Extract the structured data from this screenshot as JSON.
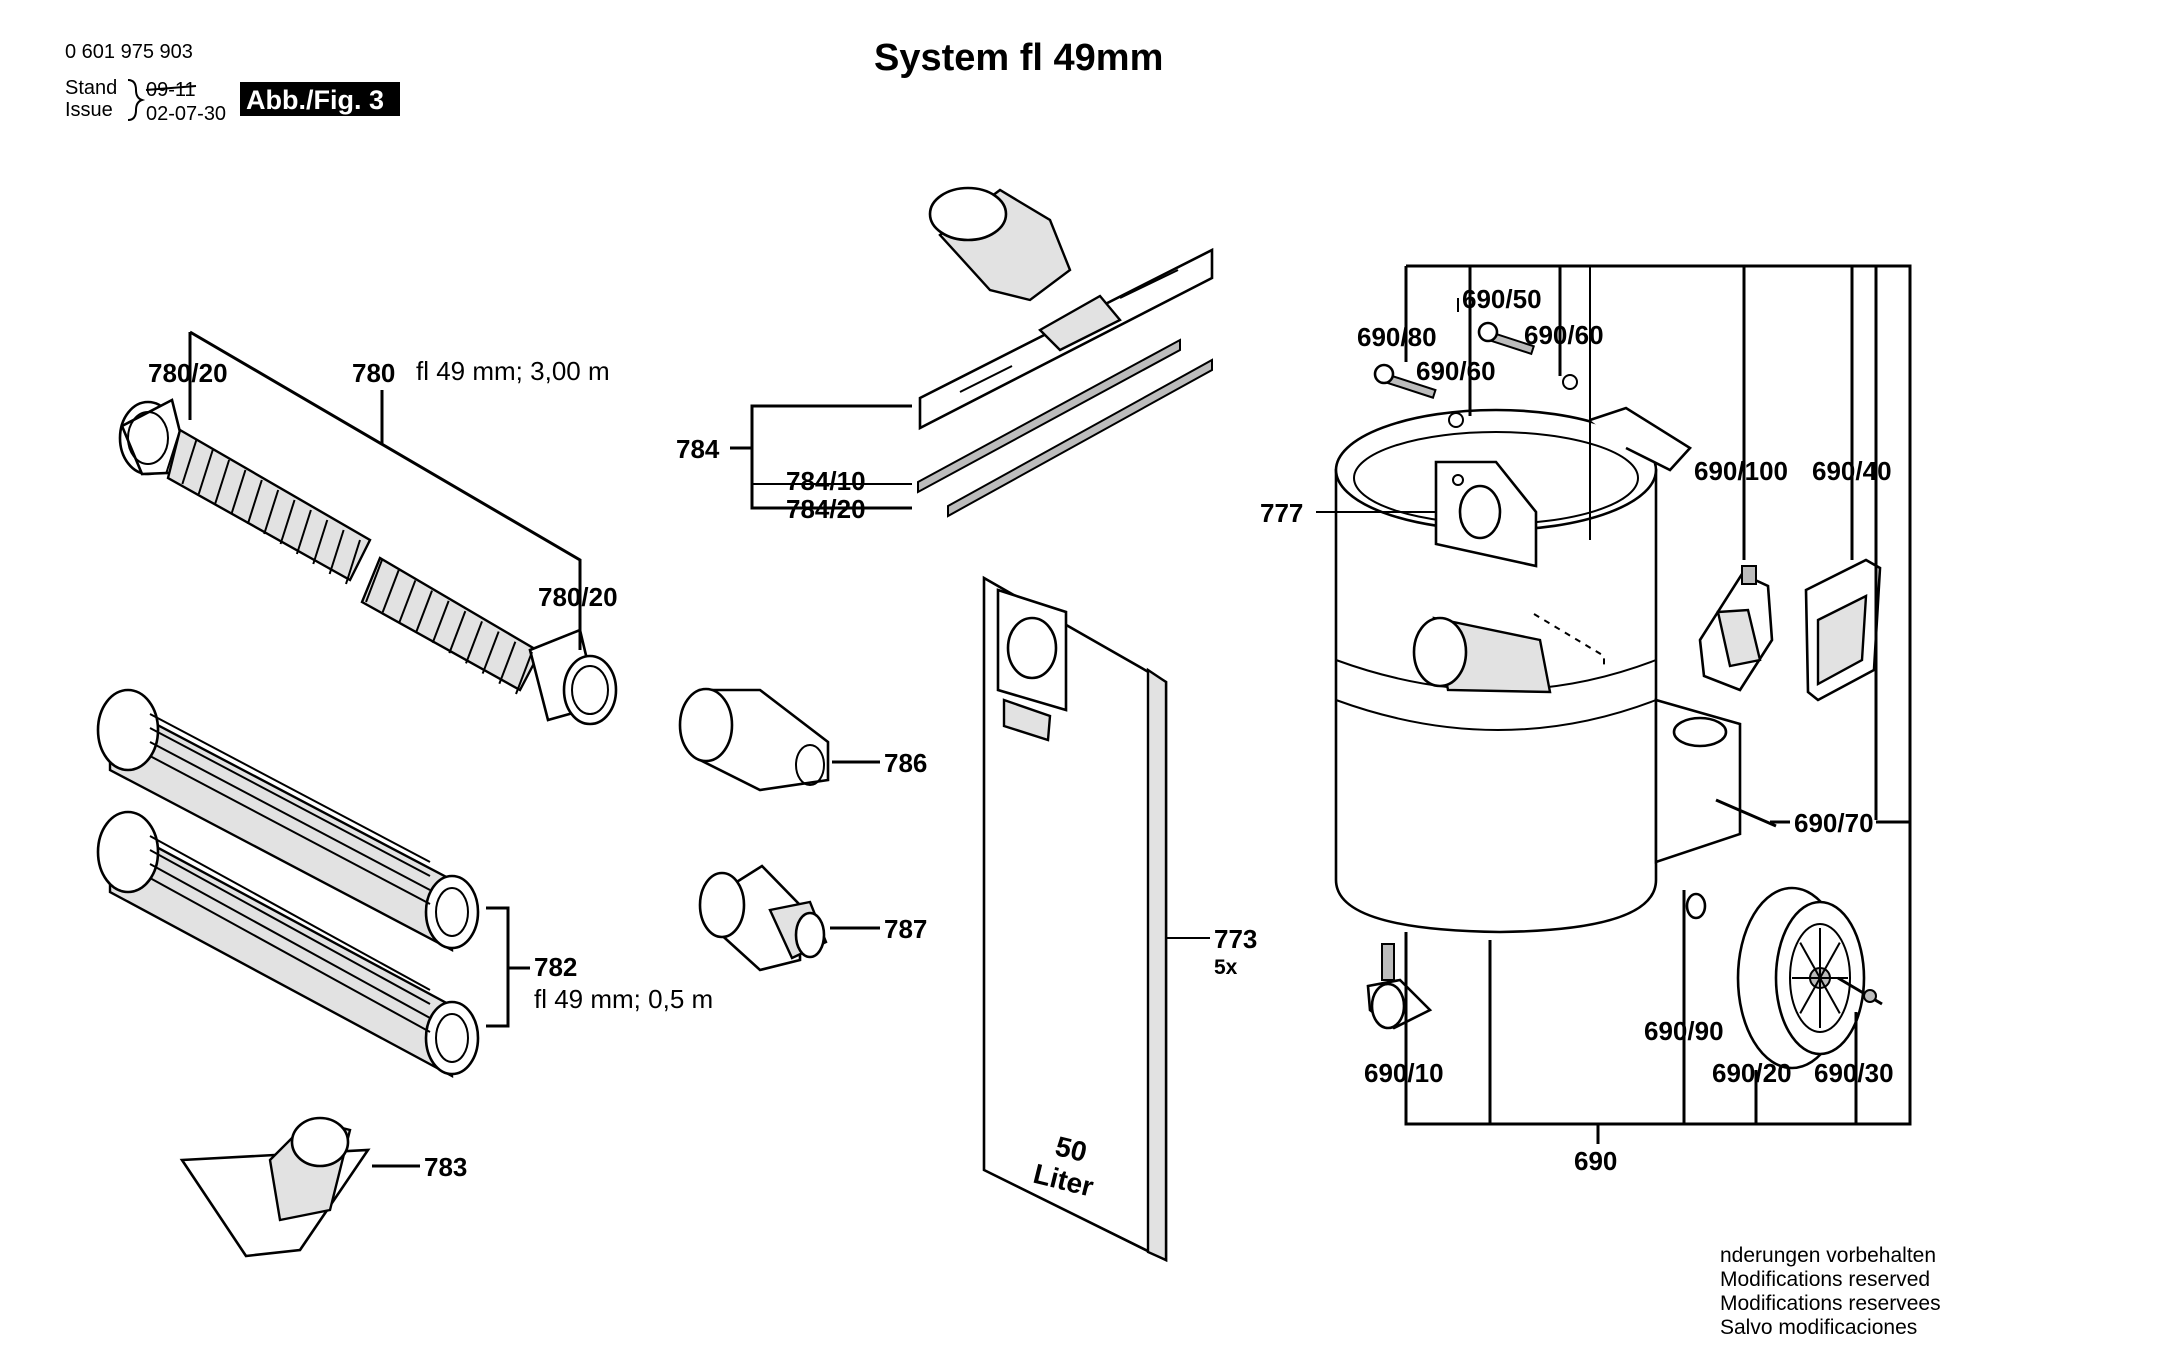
{
  "header": {
    "part_number": "0 601 975 903",
    "stand_label": "Stand",
    "issue_label": "Issue",
    "stand_value": "09-11",
    "issue_value": "02-07-30",
    "figure_badge": "Abb./Fig. 3",
    "title": "System fl 49mm"
  },
  "labels": {
    "l780_20_top": "780/20",
    "l780": "780",
    "l780_spec": "fl 49 mm; 3,00 m",
    "l780_20_bottom": "780/20",
    "l782": "782",
    "l782_spec": "fl 49 mm; 0,5 m",
    "l783": "783",
    "l784": "784",
    "l784_10": "784/10",
    "l784_20": "784/20",
    "l786": "786",
    "l787": "787",
    "l773": "773",
    "l773_qty": "5x",
    "l777": "777",
    "l690_80": "690/80",
    "l690_50": "690/50",
    "l690_60_a": "690/60",
    "l690_60_b": "690/60",
    "l690_100": "690/100",
    "l690_40": "690/40",
    "l690_70": "690/70",
    "l690_90": "690/90",
    "l690_10": "690/10",
    "l690_20": "690/20",
    "l690_30": "690/30",
    "l690": "690"
  },
  "bag_text": {
    "capacity": "50",
    "unit": "Liter"
  },
  "footer": {
    "line1": " nderungen vorbehalten",
    "line2": "Modifications reserved",
    "line3": "Modifications reservees",
    "line4": "Salvo modificaciones"
  }
}
